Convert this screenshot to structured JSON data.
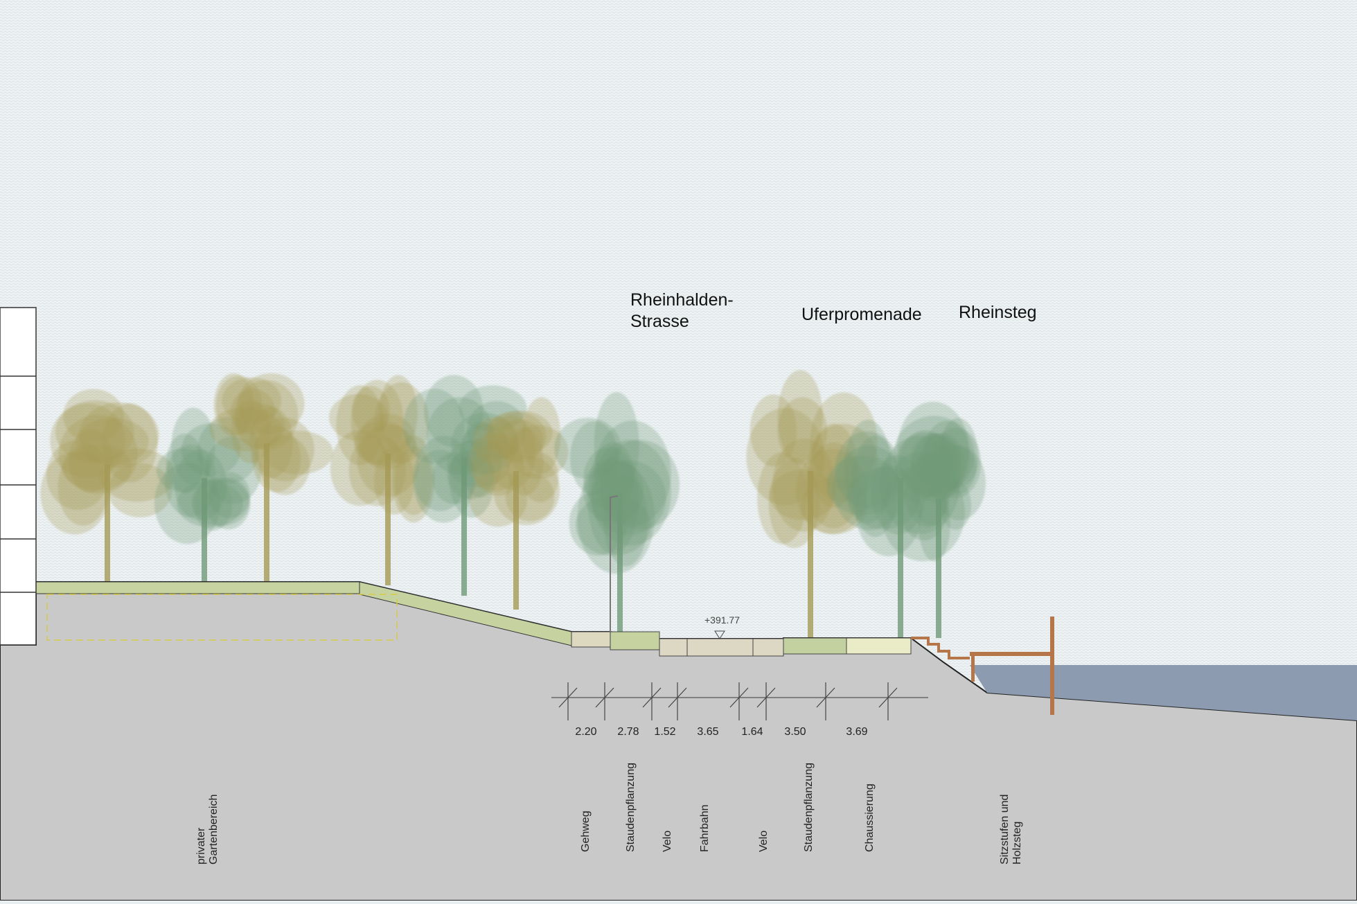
{
  "headings": {
    "street_line1": "Rheinhalden-",
    "street_line2": "Strasse",
    "promenade": "Uferpromenade",
    "jetty": "Rheinsteg"
  },
  "elevation": "+391.77",
  "dimensions": [
    "2.20",
    "2.78",
    "1.52",
    "3.65",
    "1.64",
    "3.50",
    "3.69"
  ],
  "zones": {
    "garden_line1": "privater",
    "garden_line2": "Gartenbereich",
    "gehweg": "Gehweg",
    "stauden1": "Staudenpflanzung",
    "velo1": "Velo",
    "fahrbahn": "Fahrbahn",
    "velo2": "Velo",
    "stauden2": "Staudenpflanzung",
    "chaussierung": "Chaussierung",
    "steg_line1": "Sitzstufen und",
    "steg_line2": "Holzsteg"
  },
  "colors": {
    "sky": "#e9eef0",
    "ground": "#c9c9c9",
    "water": "#8d9bb0",
    "tree_green": "#6f9a78",
    "tree_olive": "#a59a55",
    "wood": "#b5774a"
  }
}
